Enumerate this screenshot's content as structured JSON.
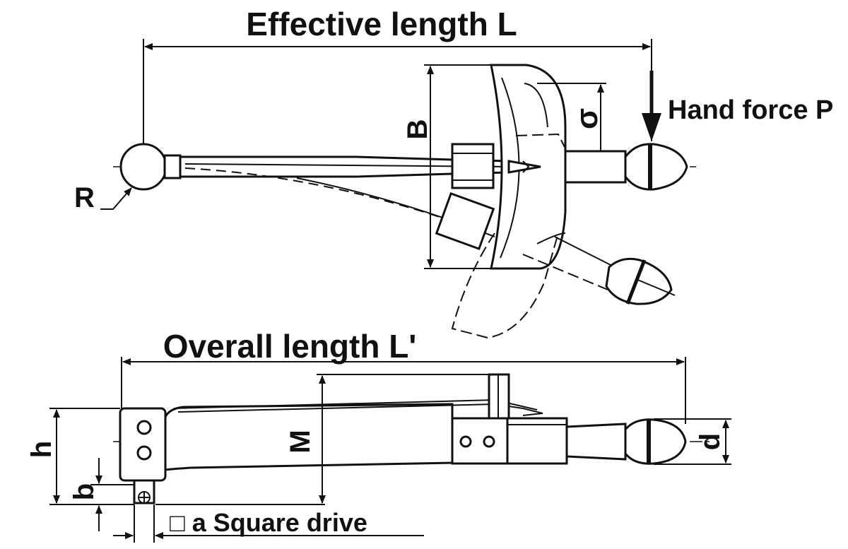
{
  "labels": {
    "effective_length": "Effective length L",
    "hand_force": "Hand force P",
    "overall_length": "Overall length L'",
    "B": "B",
    "sigma": "σ",
    "R": "R",
    "h": "h",
    "b": "b",
    "M": "M",
    "d": "d",
    "square_drive": "□ a Square drive"
  },
  "colors": {
    "line": "#111111",
    "background": "#ffffff"
  }
}
